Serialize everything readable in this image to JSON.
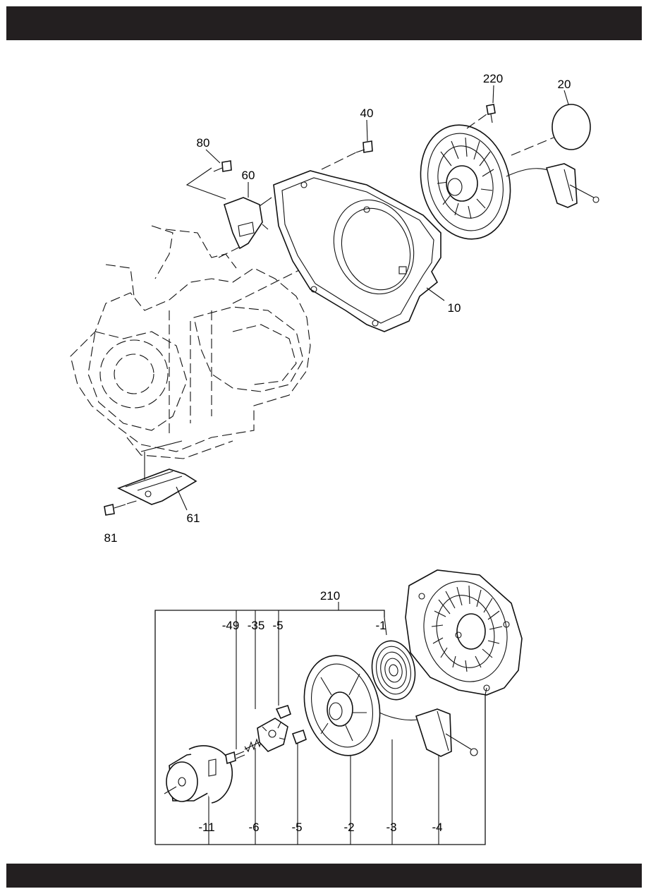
{
  "callouts": {
    "c220": "220",
    "c20": "20",
    "c40": "40",
    "c80": "80",
    "c60": "60",
    "c10": "10",
    "c61": "61",
    "c81": "81",
    "c210": "210",
    "c49": "-49",
    "c35": "-35",
    "c5_top": "-5",
    "c1": "-1",
    "c11": "-11",
    "c6": "-6",
    "c5_bottom": "-5",
    "c2": "-2",
    "c3": "-3",
    "c4": "-4"
  },
  "colors": {
    "header_bar": "#231f20",
    "line": "#111111",
    "background": "#ffffff"
  }
}
